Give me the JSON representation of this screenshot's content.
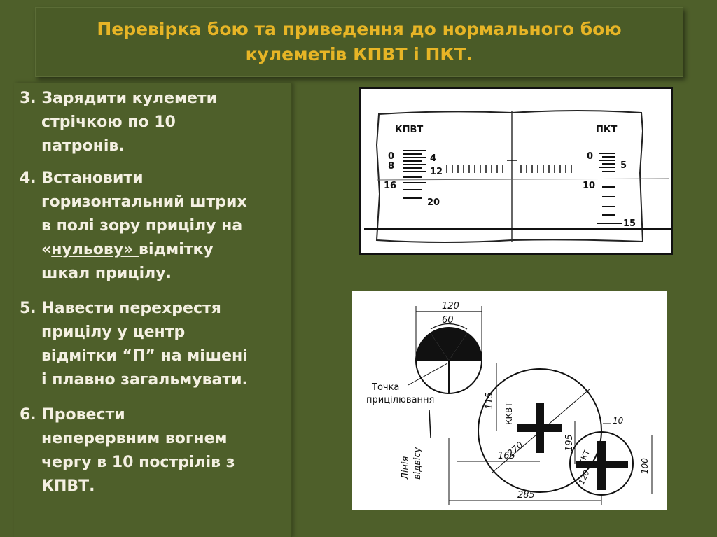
{
  "title": {
    "line1": "Перевірка бою та приведення до нормального бою",
    "line2": "кулеметів КПВТ і ПКТ."
  },
  "steps": [
    {
      "lines": [
        "3. Зарядити кулемети",
        "стрічкою по 10",
        "патронів."
      ]
    },
    {
      "lines": [
        "4. Встановити",
        "горизонтальний штрих",
        "в полі зору прицілу на"
      ],
      "quote_open": "«",
      "underlined": "нульову» ",
      "after": "відмітку",
      "last": "шкал прицілу."
    },
    {
      "lines": [
        "5. Навести перехрестя",
        "прицілу у центр",
        "відмітки “П” на мішені",
        "і плавно загальмувати."
      ]
    },
    {
      "lines": [
        "6. Провести",
        "неперервним вогнем",
        "чергу в 10 пострілів з",
        "КПВТ."
      ]
    }
  ],
  "scale_figure": {
    "left_label": "КПВТ",
    "right_label": "ПКТ",
    "left_marks": [
      "0",
      "4",
      "8",
      "12",
      "16",
      "20"
    ],
    "right_marks": [
      "0",
      "5",
      "10",
      "15"
    ]
  },
  "target_figure": {
    "dim_top_outer": "120",
    "dim_top_inner": "60",
    "aim_label_1": "Точка",
    "aim_label_2": "прицілювання",
    "line_label_1": "Лінія",
    "line_label_2": "відвісу",
    "kkvt": "ККВТ",
    "kkt": "ККТ",
    "d115": "115",
    "d270": "270",
    "d165": "165",
    "d195": "195",
    "d10": "10",
    "d120": "120",
    "d100": "100",
    "d285": "285"
  }
}
